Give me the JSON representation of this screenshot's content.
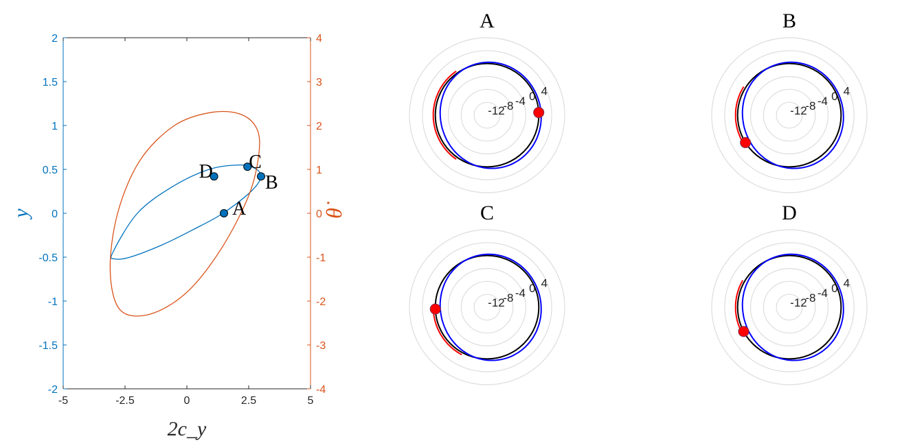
{
  "colors": {
    "left_axis": "#0072BD",
    "right_axis": "#D95319",
    "membrane_black": "#000000",
    "shape_blue": "#0000FF",
    "shape_red": "#FF0000",
    "marker_red": "#FF0000",
    "grid": "#DDDDDD",
    "point_fill": "#0072BD"
  },
  "chart_data": [
    {
      "type": "line",
      "xlabel": "2c_y",
      "ylabel_left": "y",
      "ylabel_right": "θ̇",
      "xlim": [
        -5,
        5
      ],
      "ylim_left": [
        -2,
        2
      ],
      "ylim_right": [
        -4,
        4
      ],
      "xticks": [
        "-5",
        "-2.5",
        "0",
        "2.5",
        "5"
      ],
      "yticks_left": [
        "-2",
        "-1.5",
        "-1",
        "-0.5",
        "0",
        "0.5",
        "1",
        "1.5",
        "2"
      ],
      "yticks_right": [
        "-4",
        "-3",
        "-2",
        "-1",
        "0",
        "1",
        "2",
        "3",
        "4"
      ],
      "grid": false,
      "series": [
        {
          "axis": "left",
          "color": "#0072BD",
          "shape": "ellipse",
          "x": [
            1.46,
            2.6,
            3.0,
            2.7,
            2.1,
            0.9,
            -0.6,
            -2.0,
            -3.0,
            -2.9,
            -2.3,
            -1.0,
            0.3,
            1.46
          ],
          "y": [
            0.0,
            0.25,
            0.42,
            0.52,
            0.55,
            0.5,
            0.3,
            0.0,
            -0.45,
            -0.52,
            -0.5,
            -0.36,
            -0.18,
            0.0
          ]
        },
        {
          "axis": "right",
          "color": "#D95319",
          "shape": "ellipse",
          "x": [
            2.85,
            2.2,
            1.0,
            -0.5,
            -1.9,
            -2.8,
            -3.1,
            -2.7,
            -1.5,
            0.0,
            1.4,
            2.5,
            2.9,
            2.85
          ],
          "y": [
            1.9,
            2.25,
            2.3,
            2.0,
            1.2,
            0.0,
            -1.3,
            -2.2,
            -2.3,
            -1.8,
            -0.8,
            0.4,
            1.3,
            1.9
          ]
        }
      ],
      "points": [
        {
          "label": "A",
          "x": 1.5,
          "y": 0.0
        },
        {
          "label": "B",
          "x": 3.0,
          "y": 0.42
        },
        {
          "label": "C",
          "x": 2.45,
          "y": 0.53
        },
        {
          "label": "D",
          "x": 1.1,
          "y": 0.42
        }
      ]
    },
    {
      "type": "polar",
      "title": "A",
      "rticks": [
        "-12",
        "-8",
        "-4",
        "0",
        "4"
      ],
      "reference_circle_r": 0,
      "marker_angle_deg": 3,
      "red_arc_deg": [
        125,
        235
      ]
    },
    {
      "type": "polar",
      "title": "B",
      "rticks": [
        "-12",
        "-8",
        "-4",
        "0",
        "4"
      ],
      "reference_circle_r": 0,
      "marker_angle_deg": 212,
      "red_arc_deg": [
        148,
        212
      ]
    },
    {
      "type": "polar",
      "title": "C",
      "rticks": [
        "-12",
        "-8",
        "-4",
        "0",
        "4"
      ],
      "reference_circle_r": 0,
      "marker_angle_deg": 182,
      "red_arc_deg": [
        182,
        242
      ]
    },
    {
      "type": "polar",
      "title": "D",
      "rticks": [
        "-12",
        "-8",
        "-4",
        "0",
        "4"
      ],
      "reference_circle_r": 0,
      "marker_angle_deg": 208,
      "red_arc_deg": [
        150,
        208
      ]
    }
  ]
}
